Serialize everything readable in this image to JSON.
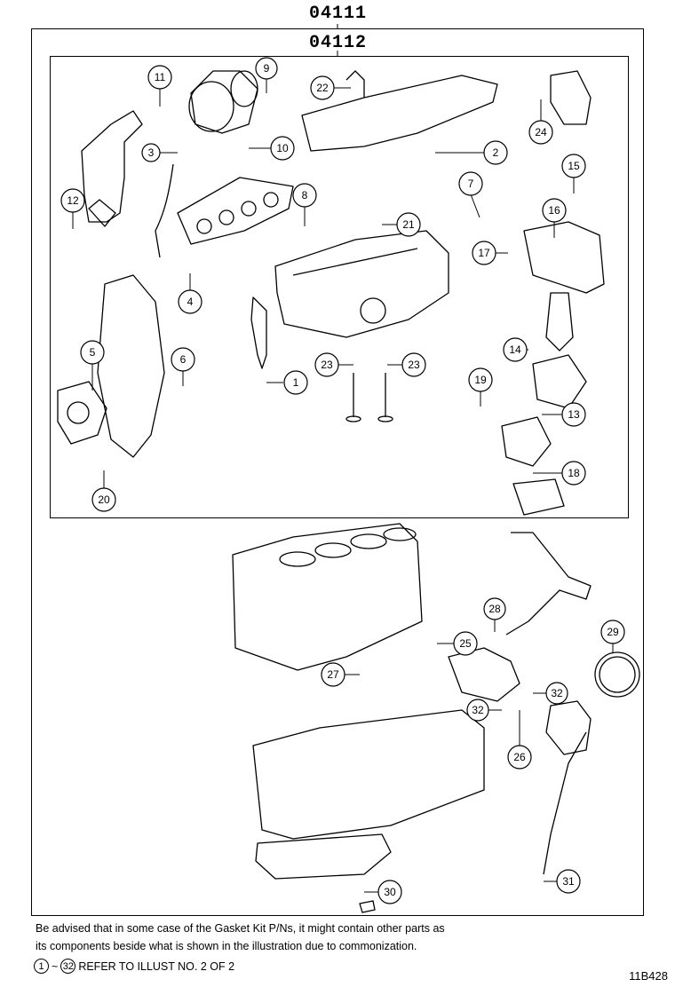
{
  "header": {
    "outer_code": "04111",
    "inner_code": "04112"
  },
  "callouts": [
    {
      "num": "1"
    },
    {
      "num": "2"
    },
    {
      "num": "3"
    },
    {
      "num": "4"
    },
    {
      "num": "5"
    },
    {
      "num": "6"
    },
    {
      "num": "7"
    },
    {
      "num": "8"
    },
    {
      "num": "9"
    },
    {
      "num": "10"
    },
    {
      "num": "11"
    },
    {
      "num": "12"
    },
    {
      "num": "13"
    },
    {
      "num": "14"
    },
    {
      "num": "15"
    },
    {
      "num": "16"
    },
    {
      "num": "17"
    },
    {
      "num": "18"
    },
    {
      "num": "19"
    },
    {
      "num": "20"
    },
    {
      "num": "21"
    },
    {
      "num": "22"
    },
    {
      "num": "23"
    },
    {
      "num": "23"
    },
    {
      "num": "24"
    },
    {
      "num": "25"
    },
    {
      "num": "26"
    },
    {
      "num": "27"
    },
    {
      "num": "28"
    },
    {
      "num": "29"
    },
    {
      "num": "30"
    },
    {
      "num": "31"
    },
    {
      "num": "32"
    },
    {
      "num": "32"
    }
  ],
  "footer": {
    "note_line1": "Be advised that in some case of the Gasket Kit P/Ns,  it might contain other parts as",
    "note_line2": "its components beside what is shown in the illustration due to commonization.",
    "ref_start": "1",
    "ref_sep": "~",
    "ref_end": "32",
    "ref_text": "REFER TO ILLUST NO. 2 OF 2",
    "drawing_id": "11B428"
  }
}
